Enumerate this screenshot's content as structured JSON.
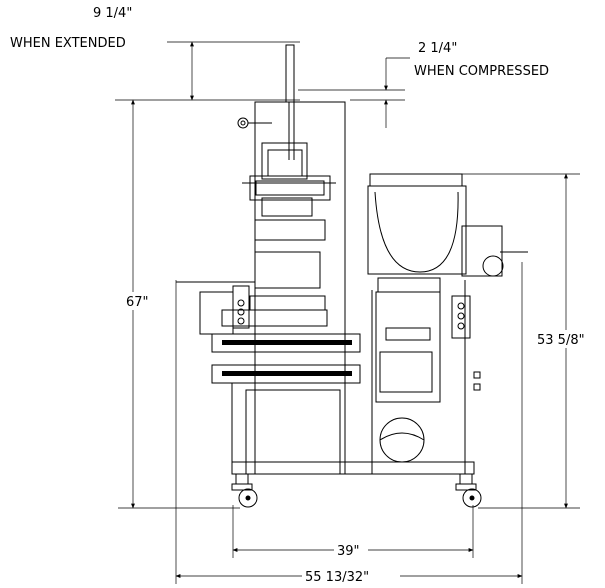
{
  "dimensions": {
    "extended_value": "9 1/4\"",
    "extended_label": "WHEN EXTENDED",
    "compressed_value": "2 1/4\"",
    "compressed_label": "WHEN COMPRESSED",
    "overall_height": "67\"",
    "hopper_height": "53 5/8\"",
    "wheel_base_width": "39\"",
    "overall_width": "55 13/32\""
  }
}
